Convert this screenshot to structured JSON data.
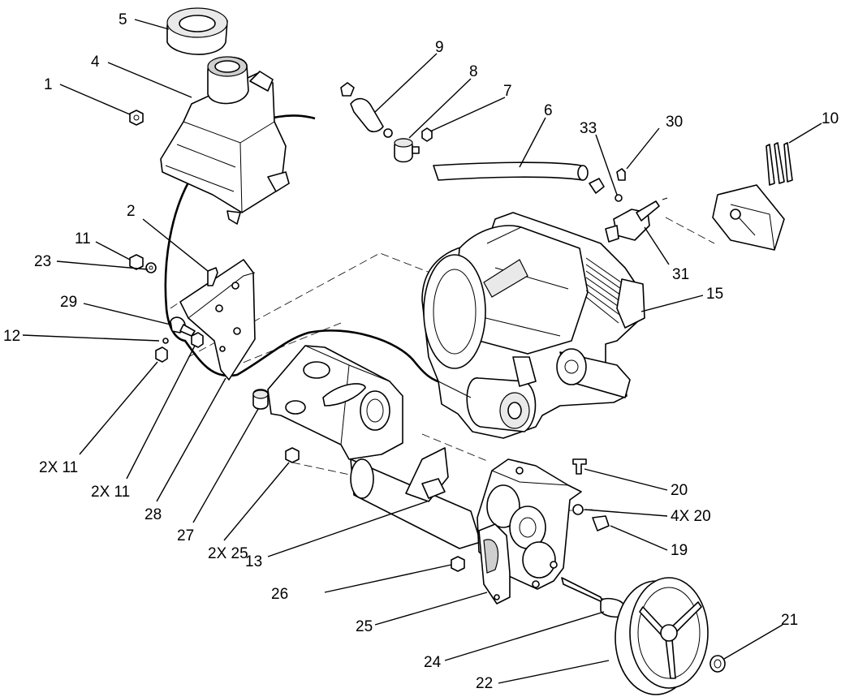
{
  "diagram": {
    "callouts": [
      {
        "id": "1",
        "text": "1"
      },
      {
        "id": "2",
        "text": "2"
      },
      {
        "id": "4",
        "text": "4"
      },
      {
        "id": "5",
        "text": "5"
      },
      {
        "id": "6",
        "text": "6"
      },
      {
        "id": "7",
        "text": "7"
      },
      {
        "id": "8",
        "text": "8"
      },
      {
        "id": "9",
        "text": "9"
      },
      {
        "id": "10",
        "text": "10"
      },
      {
        "id": "11",
        "text": "11"
      },
      {
        "id": "12",
        "text": "12"
      },
      {
        "id": "13",
        "text": "13"
      },
      {
        "id": "15",
        "text": "15"
      },
      {
        "id": "19",
        "text": "19"
      },
      {
        "id": "20",
        "text": "20"
      },
      {
        "id": "21",
        "text": "21"
      },
      {
        "id": "22",
        "text": "22"
      },
      {
        "id": "23",
        "text": "23"
      },
      {
        "id": "24",
        "text": "24"
      },
      {
        "id": "25",
        "text": "25"
      },
      {
        "id": "2x25",
        "text": "2X 25"
      },
      {
        "id": "26",
        "text": "26"
      },
      {
        "id": "27",
        "text": "27"
      },
      {
        "id": "28",
        "text": "28"
      },
      {
        "id": "29",
        "text": "29"
      },
      {
        "id": "30",
        "text": "30"
      },
      {
        "id": "31",
        "text": "31"
      },
      {
        "id": "33",
        "text": "33"
      },
      {
        "id": "2x11a",
        "text": "2X 11"
      },
      {
        "id": "2x11b",
        "text": "2X 11"
      },
      {
        "id": "4x20",
        "text": "4X 20"
      }
    ]
  }
}
